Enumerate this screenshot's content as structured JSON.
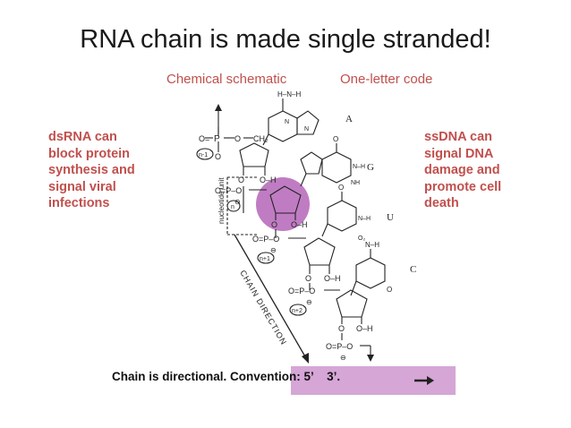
{
  "title": "RNA chain is made single stranded!",
  "subtitle_left": "Chemical schematic",
  "subtitle_right": "One-letter code",
  "left_text": [
    "dsRNA can",
    "block protein",
    "synthesis and",
    "signal viral",
    "infections"
  ],
  "right_text": [
    "ssDNA can",
    "signal DNA",
    "damage and",
    "promote cell",
    "death"
  ],
  "bases": [
    "A",
    "G",
    "U",
    "C"
  ],
  "caption_part1": "Chain is directional.",
  "caption_part2": "Convention: 5’",
  "caption_part3": "3’.",
  "diagram_labels": {
    "nucleotide_unit": "nucleotide unit",
    "chain_direction": "CHAIN DIRECTION",
    "n_minus_1": "n-1",
    "n": "n",
    "n_plus_1": "n+1",
    "n_plus_2": "n+2"
  },
  "colors": {
    "title": "#1a1a1a",
    "accent_red": "#c0504d",
    "highlight_purple": "#b565b8",
    "caption_bg": "#d5a6d6"
  }
}
